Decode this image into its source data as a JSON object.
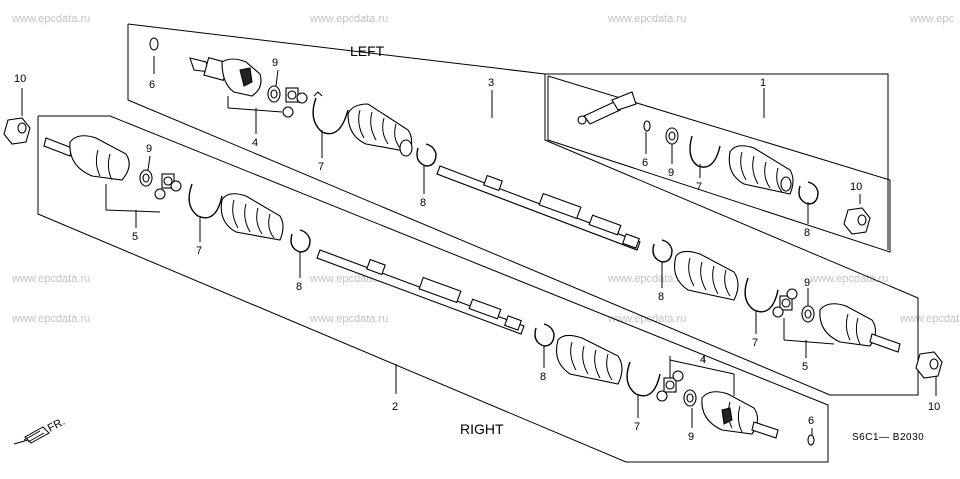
{
  "watermarks": [
    "www.epcdata.ru",
    "www.epcdata.ru",
    "www.epcdata.ru",
    "www.epc",
    "www.epcdata.ru",
    "www.epcdata.ru",
    "www.epcdata.ru",
    "www.epcdata.ru",
    "www.epcdata.ru",
    "www.epcdata.ru",
    "www.epcdata.ru",
    "www.epcdata.ru"
  ],
  "titles": {
    "left": "LEFT",
    "right": "RIGHT"
  },
  "front_arrow": "FR.",
  "diagram_code": "S6C1— B2030",
  "callouts": {
    "c1": "1",
    "c2": "2",
    "c3": "3",
    "c4a": "4",
    "c4b": "4",
    "c5a": "5",
    "c5b": "5",
    "c6a": "6",
    "c6b": "6",
    "c6c": "6",
    "c7a": "7",
    "c7b": "7",
    "c7c": "7",
    "c7d": "7",
    "c7e": "7",
    "c8a": "8",
    "c8b": "8",
    "c8c": "8",
    "c8d": "8",
    "c8e": "8",
    "c9a": "9",
    "c9b": "9",
    "c9c": "9",
    "c9d": "9",
    "c9e": "9",
    "c10a": "10",
    "c10b": "10",
    "c10c": "10"
  }
}
